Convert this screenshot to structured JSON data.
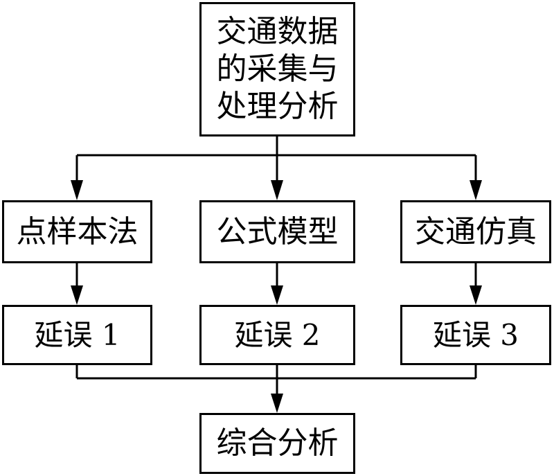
{
  "diagram": {
    "top": "交通数据\n的采集与\n处理分析",
    "methods": [
      "点样本法",
      "公式模型",
      "交通仿真"
    ],
    "delays": [
      "延误 1",
      "延误 2",
      "延误 3"
    ],
    "bottom": "综合分析"
  }
}
